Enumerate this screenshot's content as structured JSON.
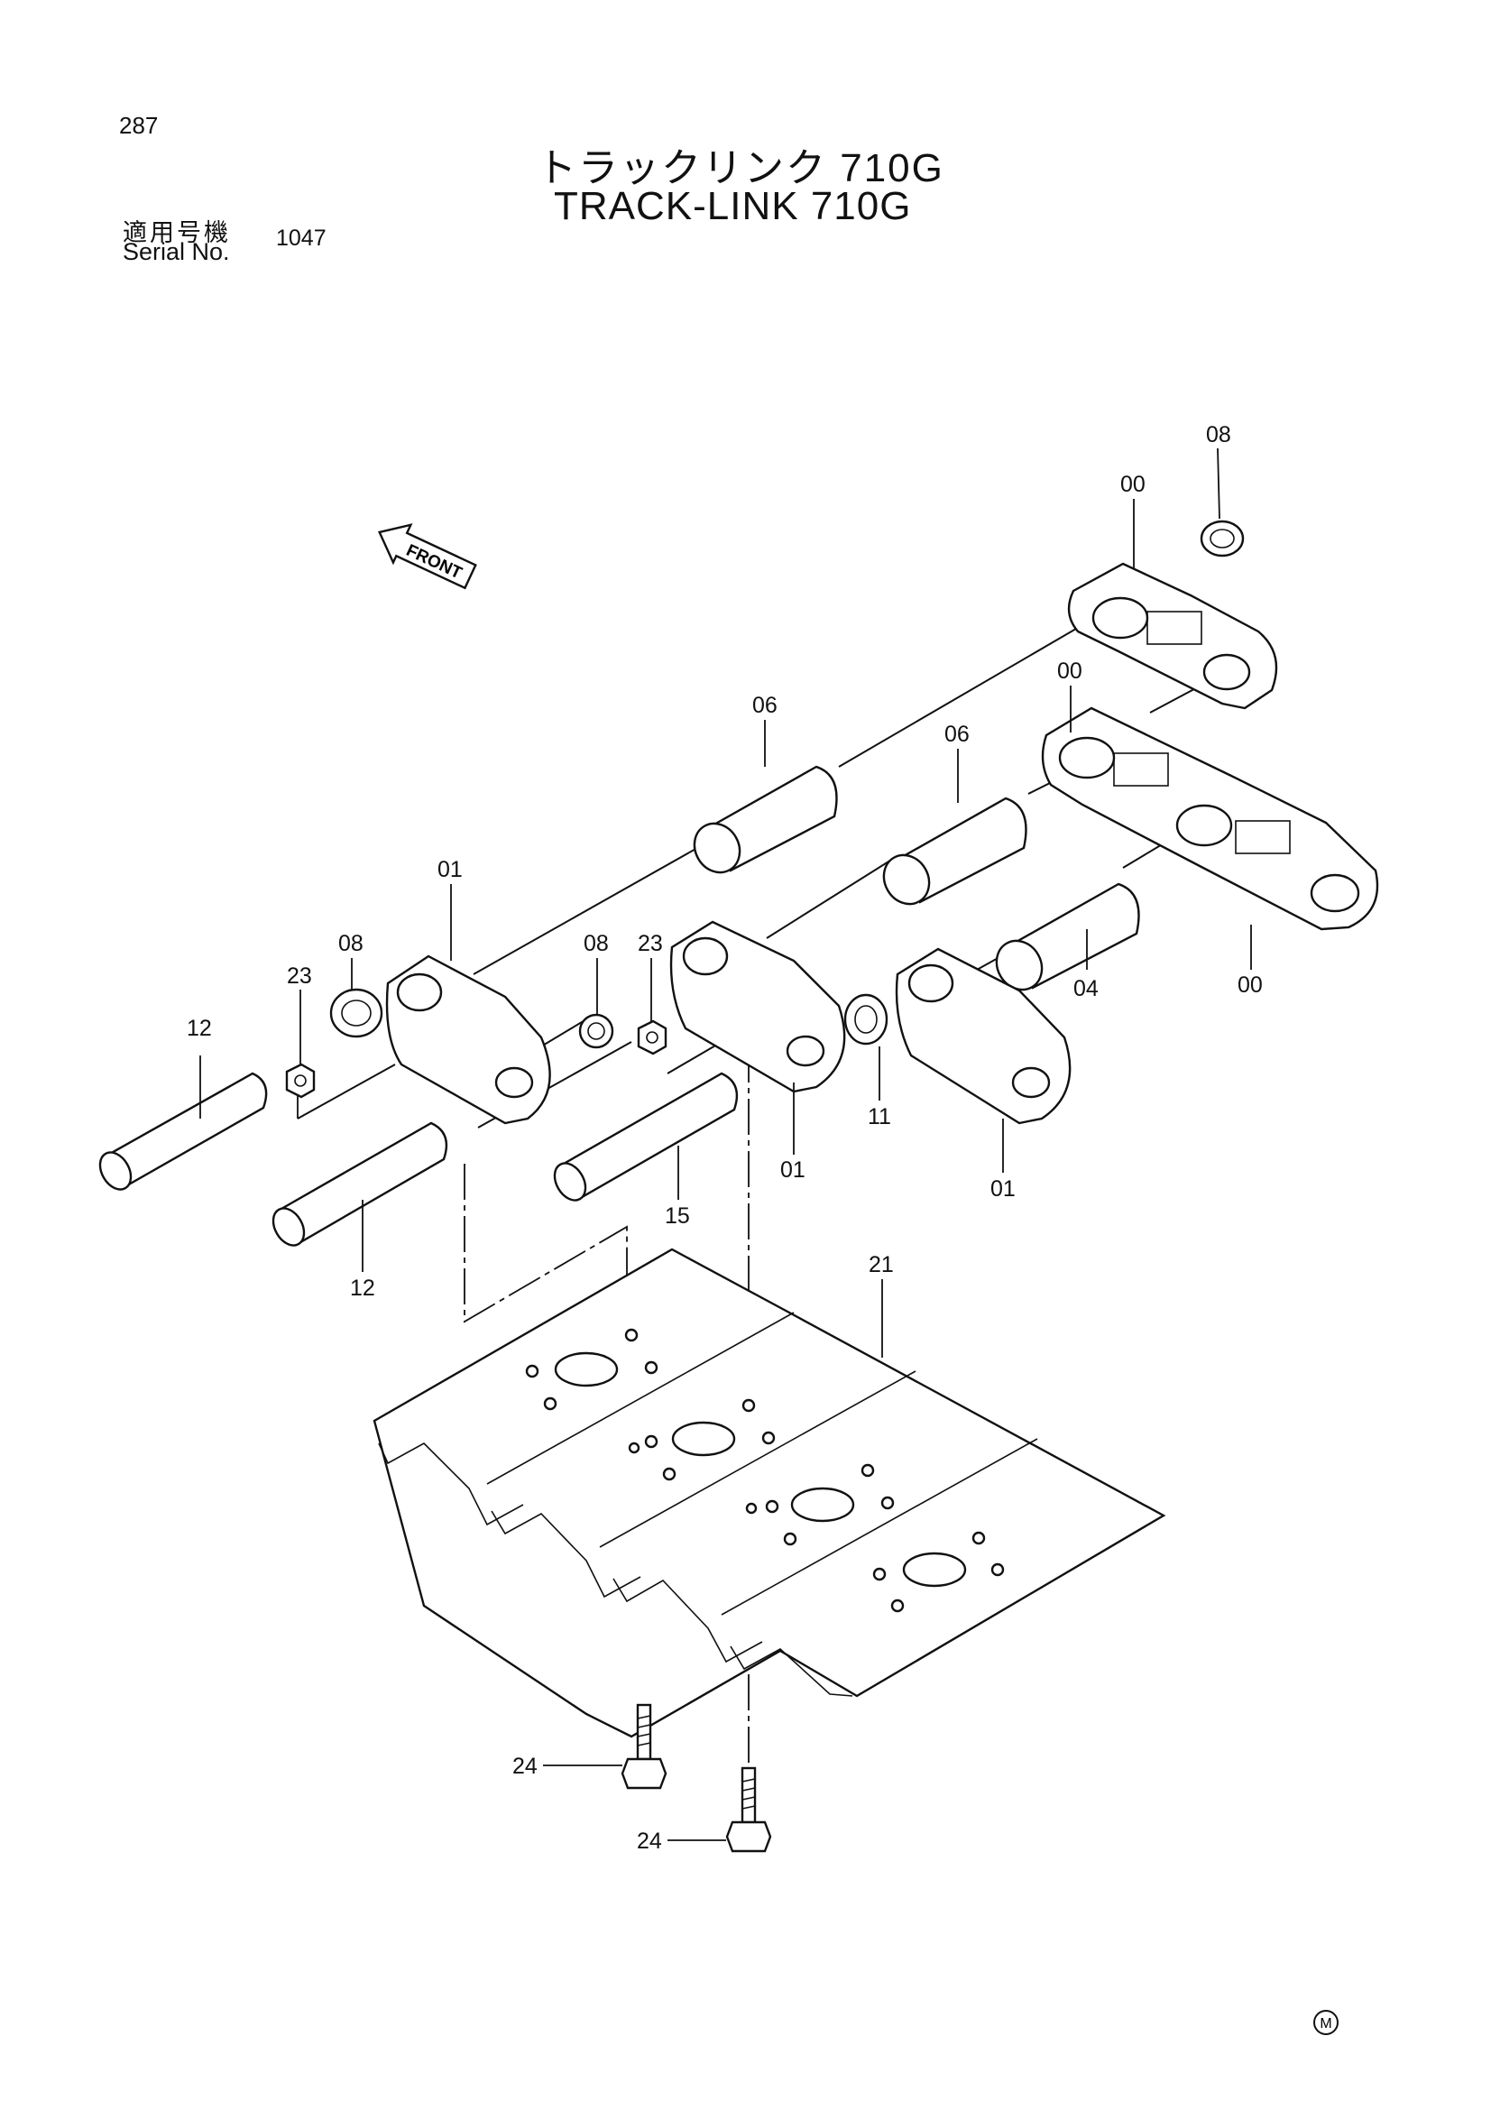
{
  "header": {
    "page_number": "287",
    "title_jp": "トラックリンク 710G",
    "title_en": "TRACK-LINK 710G",
    "serial_label_jp": "適用号機",
    "serial_label_en": "Serial No.",
    "serial_value": "1047"
  },
  "diagram": {
    "front_arrow_label": "FRONT",
    "callouts": {
      "link_assy_top": "00",
      "seal_top": "08",
      "link_assy_mid": "00",
      "link_assy_right": "00",
      "bushing_a": "06",
      "bushing_b": "06",
      "link_left": "01",
      "link_mid": "01",
      "link_right": "01",
      "bushing_c": "04",
      "seal_left": "08",
      "seal_mid": "08",
      "nut_left": "23",
      "nut_mid": "23",
      "spacer": "11",
      "pin_left": "12",
      "pin_lower": "12",
      "pin_master": "15",
      "shoe": "21",
      "bolt_left": "24",
      "bolt_right": "24"
    },
    "copyright_mark": "M"
  }
}
